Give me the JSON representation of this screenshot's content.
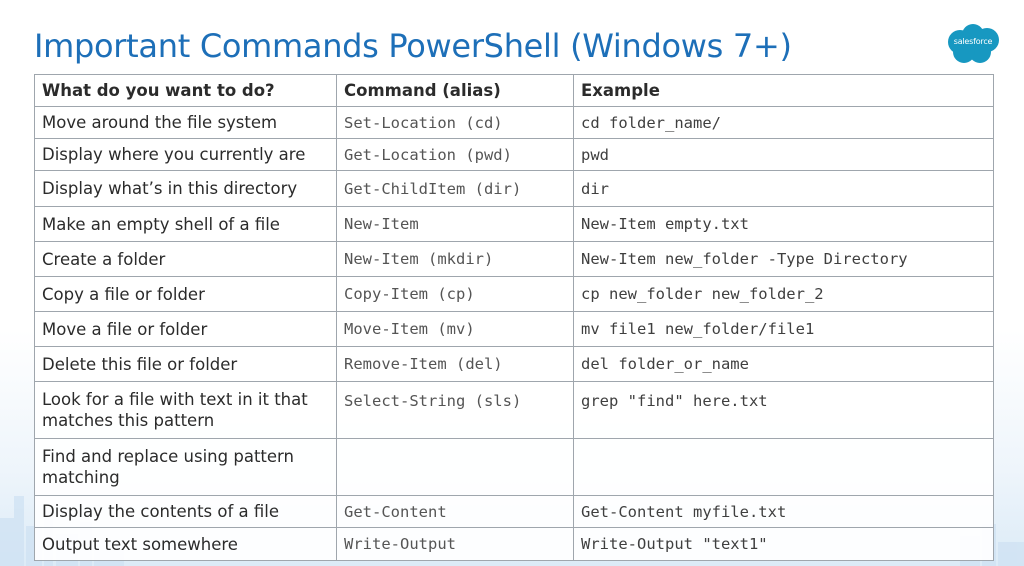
{
  "title": "Important Commands PowerShell (Windows 7+)",
  "logo": {
    "text": "salesforce",
    "icon": "salesforce-cloud-logo",
    "color": "#1798c1"
  },
  "colors": {
    "title": "#1d6fb8",
    "border": "#9fa6ad",
    "text": "#2b2b2b"
  },
  "table": {
    "headers": [
      "What do you want to do?",
      "Command (alias)",
      "Example"
    ],
    "rows": [
      {
        "task": "Move around the file system",
        "command": "Set-Location (cd)",
        "example": "cd folder_name/"
      },
      {
        "task": "Display where you currently are",
        "command": "Get-Location (pwd)",
        "example": "pwd"
      },
      {
        "task": "Display what’s in this directory",
        "command": "Get-ChildItem (dir)",
        "example": "dir"
      },
      {
        "task": "Make an empty shell of a file",
        "command": "New-Item",
        "example": "New-Item empty.txt"
      },
      {
        "task": "Create a folder",
        "command": "New-Item (mkdir)",
        "example": "New-Item new_folder -Type Directory"
      },
      {
        "task": "Copy a file or folder",
        "command": "Copy-Item (cp)",
        "example": "cp new_folder new_folder_2"
      },
      {
        "task": "Move a file or folder",
        "command": "Move-Item (mv)",
        "example": "mv file1 new_folder/file1"
      },
      {
        "task": "Delete this file or folder",
        "command": "Remove-Item (del)",
        "example": "del folder_or_name"
      },
      {
        "task": "Look for a file with text in it that matches this pattern",
        "command": "Select-String (sls)",
        "example": "grep \"find\" here.txt"
      },
      {
        "task": "Find and replace using pattern matching",
        "command": "",
        "example": ""
      },
      {
        "task": "Display the contents of a file",
        "command": "Get-Content",
        "example": "Get-Content myfile.txt"
      },
      {
        "task": "Output text somewhere",
        "command": "Write-Output",
        "example": "Write-Output \"text1\""
      }
    ]
  }
}
